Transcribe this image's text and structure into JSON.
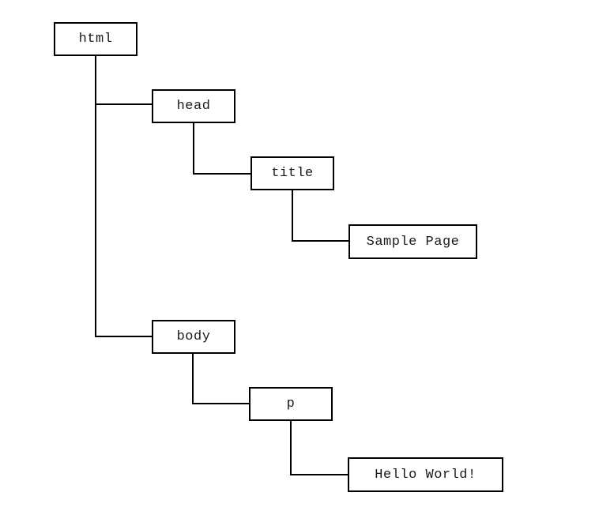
{
  "tree": {
    "html": "html",
    "head": "head",
    "title": "title",
    "title_text": "Sample Page",
    "body": "body",
    "p": "p",
    "p_text": "Hello World!"
  }
}
